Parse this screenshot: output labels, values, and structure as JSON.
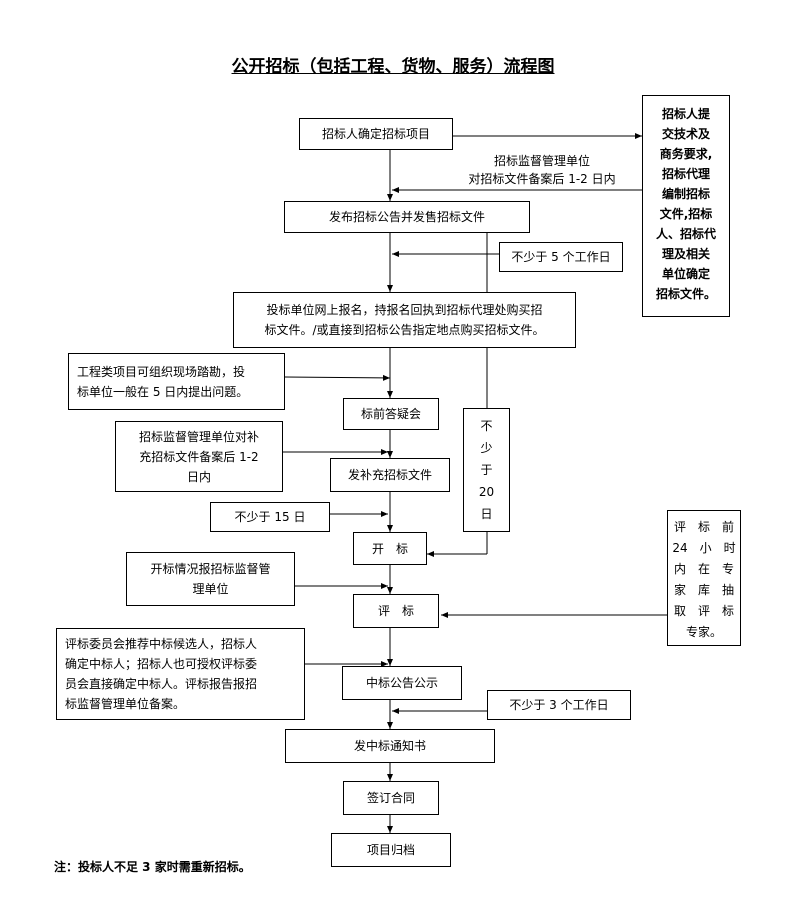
{
  "title": "公开招标（包括工程、货物、服务）流程图",
  "steps": {
    "s1": "招标人确定招标项目",
    "s2": "发布招标公告并发售招标文件",
    "s3": "投标单位网上报名，持报名回执到招标代理处购买招\n标文件。/或直接到招标公告指定地点购买招标文件。",
    "s4": "标前答疑会",
    "s5": "发补充招标文件",
    "s6": "开　标",
    "s7": "评　标",
    "s8": "中标公告公示",
    "s9": "发中标通知书",
    "s10": "签订合同",
    "s11": "项目归档"
  },
  "side": {
    "tech_req": "招标人提\n交技术及\n商务要求,\n招标代理\n编制招标\n文件,招标\n人、招标代\n理及相关\n单位确定\n招标文件。",
    "filing_label": "招标监督管理单位\n对招标文件备案后 1-2 日内",
    "min5": "不少于 5 个工作日",
    "site_visit": "工程类项目可组织现场踏勘，投\n标单位一般在 5 日内提出问题。",
    "supp_filing": "招标监督管理单位对补\n充招标文件备案后 1-2\n日内",
    "min20": "不\n少\n于\n20\n日",
    "min15": "不少于 15 日",
    "open_report": "开标情况报招标监督管\n理单位",
    "expert": "评　标　前\n24　小　时\n内　在　专\n家　库　抽\n取　评　标\n专家。",
    "committee": "评标委员会推荐中标候选人，招标人\n确定中标人；招标人也可授权评标委\n员会直接确定中标人。评标报告报招\n标监督管理单位备案。",
    "min3": "不少于 3 个工作日"
  },
  "note": "注：投标人不足 3 家时需重新招标。"
}
